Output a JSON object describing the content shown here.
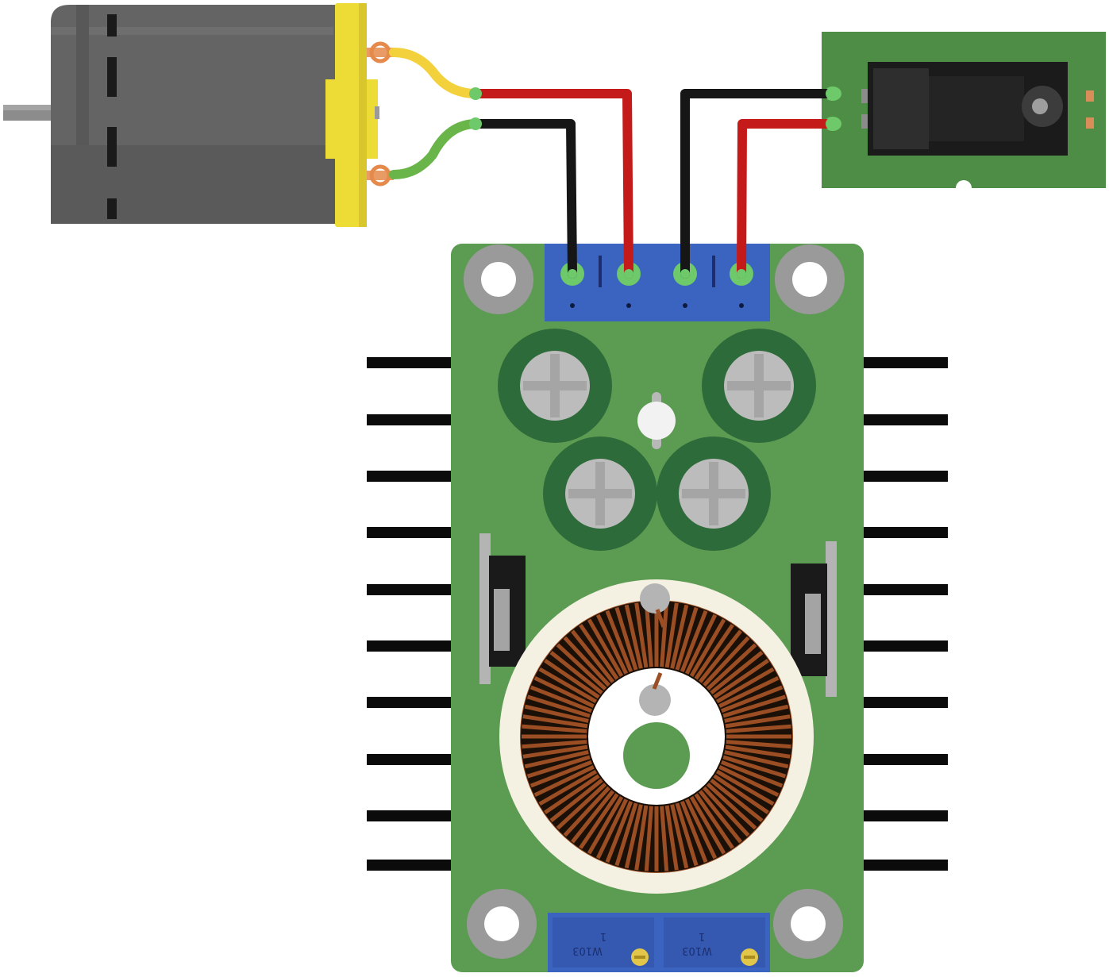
{
  "diagram": {
    "components": {
      "motor": "dc-motor",
      "power_jack": "dc-barrel-jack",
      "converter": "buck-converter-module"
    },
    "wires": [
      "yellow",
      "green",
      "red",
      "black"
    ],
    "colors": {
      "pcb_green": "#5c9c52",
      "terminal_blue": "#3a64c0",
      "wire_red": "#c51a1a",
      "wire_black": "#161616",
      "wire_yellow": "#f2d13c",
      "wire_green": "#69b54a",
      "coil_copper": "#9b4e24",
      "motor_body": "#636363",
      "motor_endcap": "#f0e03a",
      "capacitor_green": "#2e6b3a",
      "heatsink_black": "#0b0b0b"
    },
    "potentiometers": [
      {
        "label_top": "1",
        "label_bottom": "W103"
      },
      {
        "label_top": "1",
        "label_bottom": "W103"
      }
    ]
  }
}
